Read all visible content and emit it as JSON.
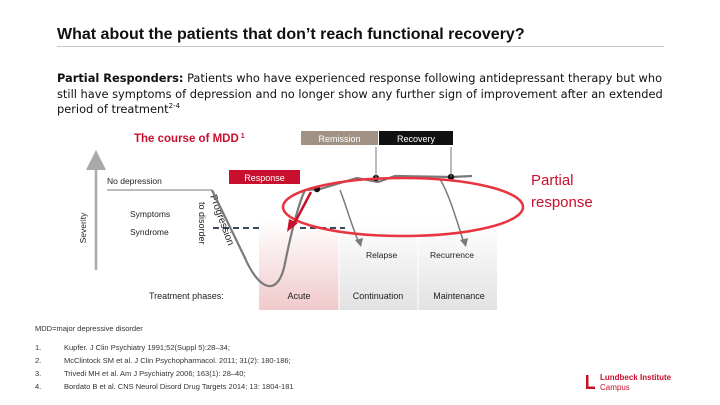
{
  "slide": {
    "title": "What about the patients that don’t reach functional recovery?",
    "intro_bold": "Partial Responders:",
    "intro_text": " Patients who have experienced response following antidepressant therapy but who still have symptoms of depression and no longer show any further sign of improvement after an extended period of treatment",
    "intro_ref": "2-4"
  },
  "diagram": {
    "course_title": "The course of MDD",
    "course_ref": "1",
    "remission_label": "Remission",
    "recovery_label": "Recovery",
    "response_label": "Response",
    "no_depression_label": "No depression",
    "severity_label": "Severity",
    "symptoms_label": "Symptoms",
    "syndrome_label": "Syndrome",
    "progression_label": "Progression",
    "to_disorder_label": "to disorder",
    "partial_response_line1": "Partial",
    "partial_response_line2": "response",
    "relapse_label": "Relapse",
    "recurrence_label": "Recurrence",
    "treatment_phases_label": "Treatment phases:",
    "acute_label": "Acute",
    "continuation_label": "Continuation",
    "maintenance_label": "Maintenance",
    "colors": {
      "remission_box": "#a09386",
      "recovery_box": "#111111",
      "response_box": "#c8102e",
      "ellipse": "#e8343f",
      "curve": "#7a7a7a",
      "arrow": "#a9a9a9",
      "dashed_line": "#3a4a5a"
    }
  },
  "footer": {
    "abbreviation": "MDD=major depressive disorder",
    "references": [
      {
        "num": "1.",
        "text": "Kupfer. J Clin Psychiatry 1991;52(Suppl 5):28–34;"
      },
      {
        "num": "2.",
        "text": "McClintock SM et al. J Clin Psychopharmacol. 2011; 31(2): 180-186;"
      },
      {
        "num": "3.",
        "text": "Trivedi MH et al. Am J Psychiatry 2006; 163(1): 28–40;"
      },
      {
        "num": "4.",
        "text": "Bordato B et al. CNS Neurol Disord Drug Targets 2014; 13: 1804-181"
      }
    ]
  },
  "logo": {
    "line1": "Lundbeck Institute",
    "line2": "Campus"
  }
}
